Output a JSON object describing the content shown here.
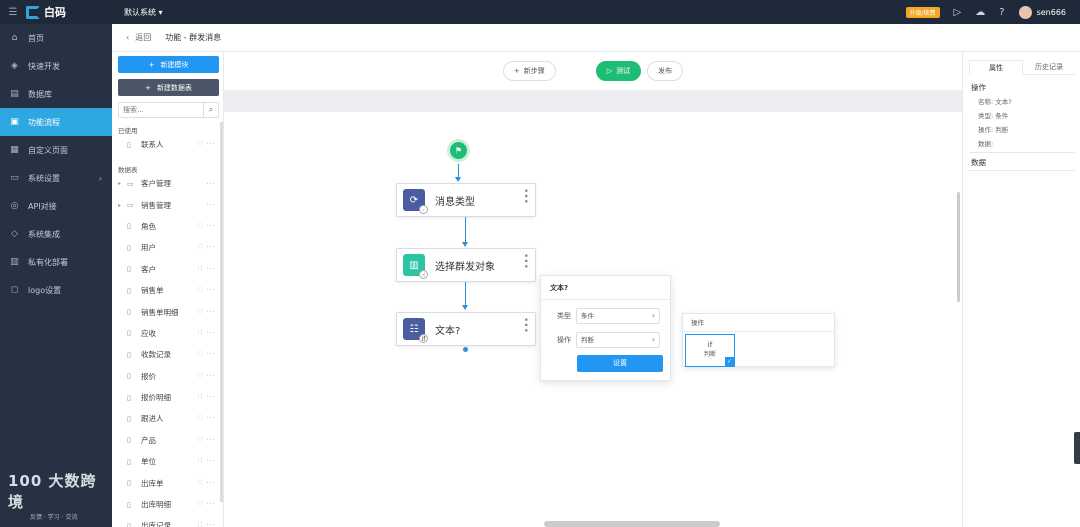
{
  "topbar": {
    "logo_text": "白码",
    "system_label": "默认系统 ▾",
    "badge": "升级/续费",
    "username": "sen666"
  },
  "sidebar": {
    "items": [
      {
        "label": "首页",
        "icon": "home-icon",
        "glyph": "⌂"
      },
      {
        "label": "快速开发",
        "icon": "cube-icon",
        "glyph": "◈"
      },
      {
        "label": "数据库",
        "icon": "database-icon",
        "glyph": "▤"
      },
      {
        "label": "功能流程",
        "icon": "flow-icon",
        "glyph": "▣"
      },
      {
        "label": "自定义页面",
        "icon": "page-icon",
        "glyph": "▦"
      },
      {
        "label": "系统设置",
        "icon": "monitor-icon",
        "glyph": "▭"
      },
      {
        "label": "API对接",
        "icon": "api-icon",
        "glyph": "◎"
      },
      {
        "label": "系统集成",
        "icon": "integration-icon",
        "glyph": "◇"
      },
      {
        "label": "私有化部署",
        "icon": "server-icon",
        "glyph": "▥"
      },
      {
        "label": "logo设置",
        "icon": "logo-icon",
        "glyph": "◻"
      }
    ],
    "active_index": 3,
    "footer_brand": "100 大数跨境",
    "footer_sub": "反馈 · 学习 · 交流"
  },
  "breadcrumb": {
    "back": "返回",
    "title": "功能 - 群发消息"
  },
  "left_panel": {
    "new_module": "新建模块",
    "new_table": "新建数据表",
    "search_placeholder": "搜索...",
    "used_label": "已使用",
    "used_items": [
      "联系人"
    ],
    "tables_label": "数据表",
    "folders": [
      "客户管理",
      "销售管理"
    ],
    "tables": [
      "角色",
      "用户",
      "客户",
      "销售单",
      "销售单明细",
      "应收",
      "收款记录",
      "报价",
      "报价明细",
      "跟进人",
      "产品",
      "单位",
      "出库单",
      "出库明细",
      "出库记录"
    ]
  },
  "toolbar": {
    "new_step": "新步骤",
    "test": "测试",
    "publish": "发布"
  },
  "flow": {
    "nodes": [
      {
        "label": "消息类型",
        "icon": "refresh-icon"
      },
      {
        "label": "选择群发对象",
        "icon": "select-icon"
      },
      {
        "label": "文本?",
        "icon": "condition-icon"
      }
    ]
  },
  "popup": {
    "title": "文本?",
    "type_label": "类型",
    "type_value": "条件",
    "op_label": "操作",
    "op_value": "判断",
    "confirm": "设置"
  },
  "op_panel": {
    "title": "操作",
    "card_label": "判断"
  },
  "right_panel": {
    "tabs": [
      "属性",
      "历史记录"
    ],
    "section_op": "操作",
    "fields": [
      {
        "k": "名称",
        "v": "文本?"
      },
      {
        "k": "类型",
        "v": "条件"
      },
      {
        "k": "操作",
        "v": "判断"
      },
      {
        "k": "数据",
        "v": ""
      }
    ],
    "section_data": "数据"
  },
  "colors": {
    "accent": "#2ea7e0",
    "primary_button": "#2196f3",
    "test_button": "#1fbd74",
    "sidebar_bg": "#263243"
  }
}
